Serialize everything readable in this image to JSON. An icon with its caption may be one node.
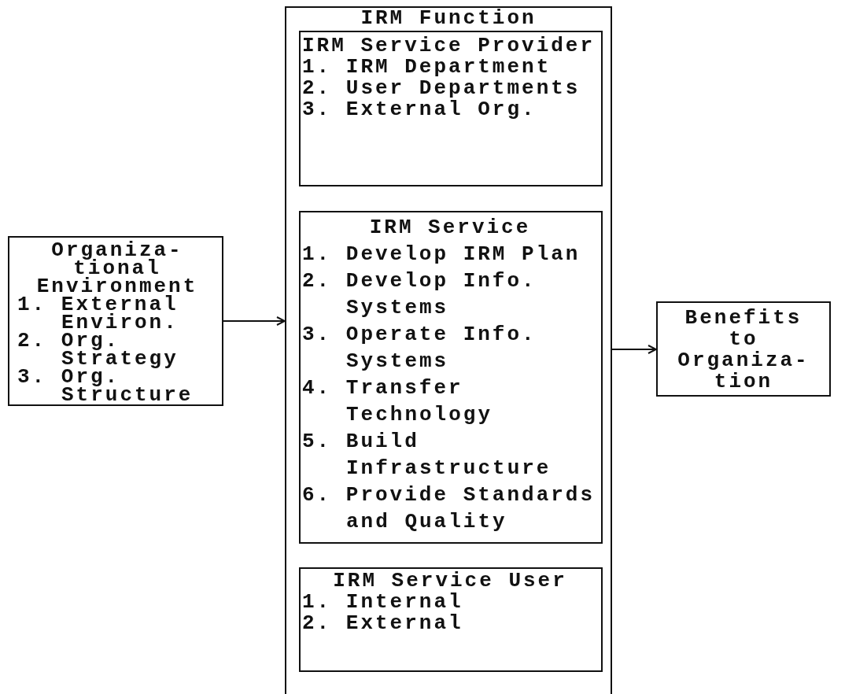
{
  "diagram": {
    "nodes": [
      {
        "text": [
          "Organiza- tional Environment",
          "1. External Environ.",
          "2. Org. Strategy",
          "3. Org. Structure"
        ]
      },
      {
        "text": [
          "IRM Function"
        ]
      },
      {
        "text": [
          "IRM Service Provider",
          "1. IRM Department",
          "2. User Departments",
          "3. External Org."
        ],
        "in": 1
      },
      {
        "text": [
          "IRM Service",
          "1. Develop IRM Plan",
          "2. Develop Info. Systems",
          "3. Operate Info. Systems",
          "4. Transfer Technology",
          "5. Build Infrastructure",
          "6. Provide Standards and Quality"
        ],
        "in": 1
      },
      {
        "text": [
          "IRM Service User",
          "1. Internal",
          "2. External"
        ],
        "in": 1
      },
      {
        "text": [
          "Benefits to Organiza- tion"
        ]
      }
    ],
    "edges": [
      {
        "from": 0,
        "to": 1,
        "arrow": "to"
      },
      {
        "from": 1,
        "to": 5,
        "arrow": "to"
      }
    ]
  }
}
